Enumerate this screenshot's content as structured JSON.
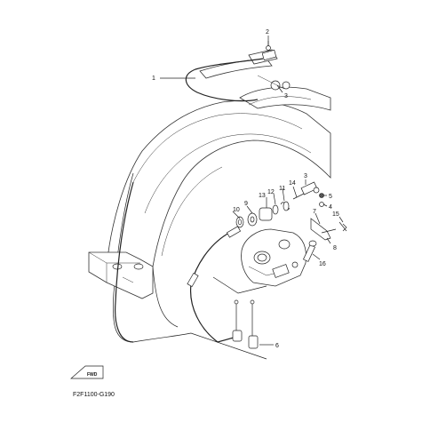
{
  "callouts": [
    "1",
    "2",
    "3",
    "4",
    "5",
    "6",
    "7",
    "8",
    "9",
    "10",
    "11",
    "12",
    "13",
    "14",
    "15",
    "16"
  ],
  "diagram_code": "F2F1100-G190",
  "front_badge": "FWD"
}
